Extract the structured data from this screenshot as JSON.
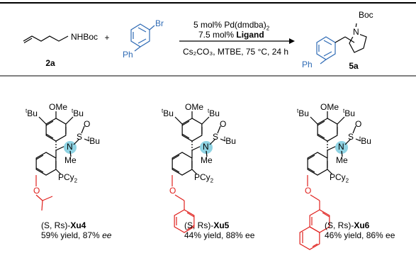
{
  "reaction": {
    "reactant1_group": "NHBoc",
    "reactant1_id": "2a",
    "plus": "+",
    "reactant2_br": "Br",
    "reactant2_ph": "Ph",
    "cond1": "5 mol% Pd(dmdba)",
    "cond1_sub": "2",
    "cond2_pre": "7.5 mol% ",
    "cond2_bold": "Ligand",
    "cond3": "Cs₂CO₃, MTBE, 75 °C, 24 h",
    "product_ph": "Ph",
    "product_boc": "Boc",
    "product_n": "N",
    "product_id": "5a"
  },
  "ligands": [
    {
      "stereo": "(S, Rs)-",
      "name": "Xu4",
      "yield": "59% yield, 87% ",
      "ee": "ee",
      "ee_italic": true,
      "ome": "OMe",
      "tbu_left_sup": "t",
      "tbu_left": "Bu",
      "tbu_right_sup": "t",
      "tbu_right": "Bu",
      "s_label": "S",
      "o_label": "O",
      "n_label": "N",
      "me_label": "Me",
      "stbu": "Bu",
      "stbu_sup": "t",
      "pcy2": "PCy",
      "pcy2_sub": "2",
      "aryl_o": "O"
    },
    {
      "stereo": "(S, Rs)-",
      "name": "Xu5",
      "yield": "44% yield, 88% ee",
      "ome": "OMe",
      "tbu_left_sup": "t",
      "tbu_left": "Bu",
      "tbu_right_sup": "t",
      "tbu_right": "Bu",
      "s_label": "S",
      "o_label": "O",
      "n_label": "N",
      "me_label": "Me",
      "stbu": "Bu",
      "stbu_sup": "t",
      "pcy2": "PCy",
      "pcy2_sub": "2",
      "aryl_o": "O"
    },
    {
      "stereo": "(S, Rs)-",
      "name": "Xu6",
      "yield": "46% yield, 86% ee",
      "ome": "OMe",
      "tbu_left_sup": "t",
      "tbu_left": "Bu",
      "tbu_right_sup": "t",
      "tbu_right": "Bu",
      "s_label": "S",
      "o_label": "O",
      "n_label": "N",
      "me_label": "Me",
      "stbu": "Bu",
      "stbu_sup": "t",
      "pcy2": "PCy",
      "pcy2_sub": "2",
      "aryl_o": "O"
    }
  ],
  "colors": {
    "black": "#000000",
    "red": "#e0201d",
    "blue": "#2f6bb5",
    "highlight": "#8fd3e3"
  }
}
